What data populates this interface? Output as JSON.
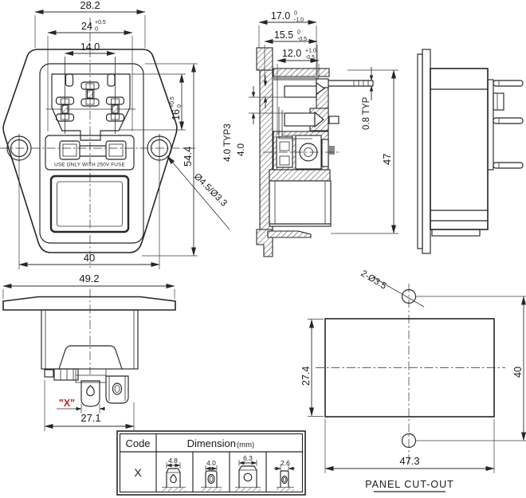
{
  "front_view": {
    "d28_2": "28.2",
    "d24": {
      "v": "24",
      "up": "+0.5",
      "lo": "0"
    },
    "d14": "14.0",
    "d16": {
      "v": "16",
      "up": "+0.5",
      "lo": "0"
    },
    "d54_4": "54.4",
    "d40": "40",
    "hole_callout": "Ø4.5/Ø3.3",
    "fuse_note": "USE ONLY WITH 250V FUSE"
  },
  "section_view": {
    "d17": {
      "v": "17.0",
      "up": "0",
      "lo": "-1.0"
    },
    "d15_5": {
      "v": "15.5",
      "up": "0",
      "lo": "-0.5"
    },
    "d12": {
      "v": "12.0",
      "up": "+1.0",
      "lo": "-0.5"
    },
    "d4_typ3": "4.0 TYP3",
    "d4": "4.0",
    "d0_8": "0.8 TYP",
    "d47": "47"
  },
  "top_view": {
    "d49_2": "49.2",
    "d27_1": "27.1",
    "x_label": "\"X\""
  },
  "cutout_view": {
    "holes": "2-Ø3.5",
    "d27_4": "27.4",
    "d40": "40",
    "d47_3": "47.3",
    "title": "PANEL CUT-OUT"
  },
  "spec_table": {
    "header_code": "Code",
    "header_dim": "Dimension",
    "header_unit": "(mm)",
    "code_value": "X",
    "dims": [
      "4.8",
      "4.0",
      "6.3",
      "2.6"
    ]
  },
  "colors": {
    "line": "#262626",
    "red": "#c32222",
    "gray": "#999999"
  }
}
